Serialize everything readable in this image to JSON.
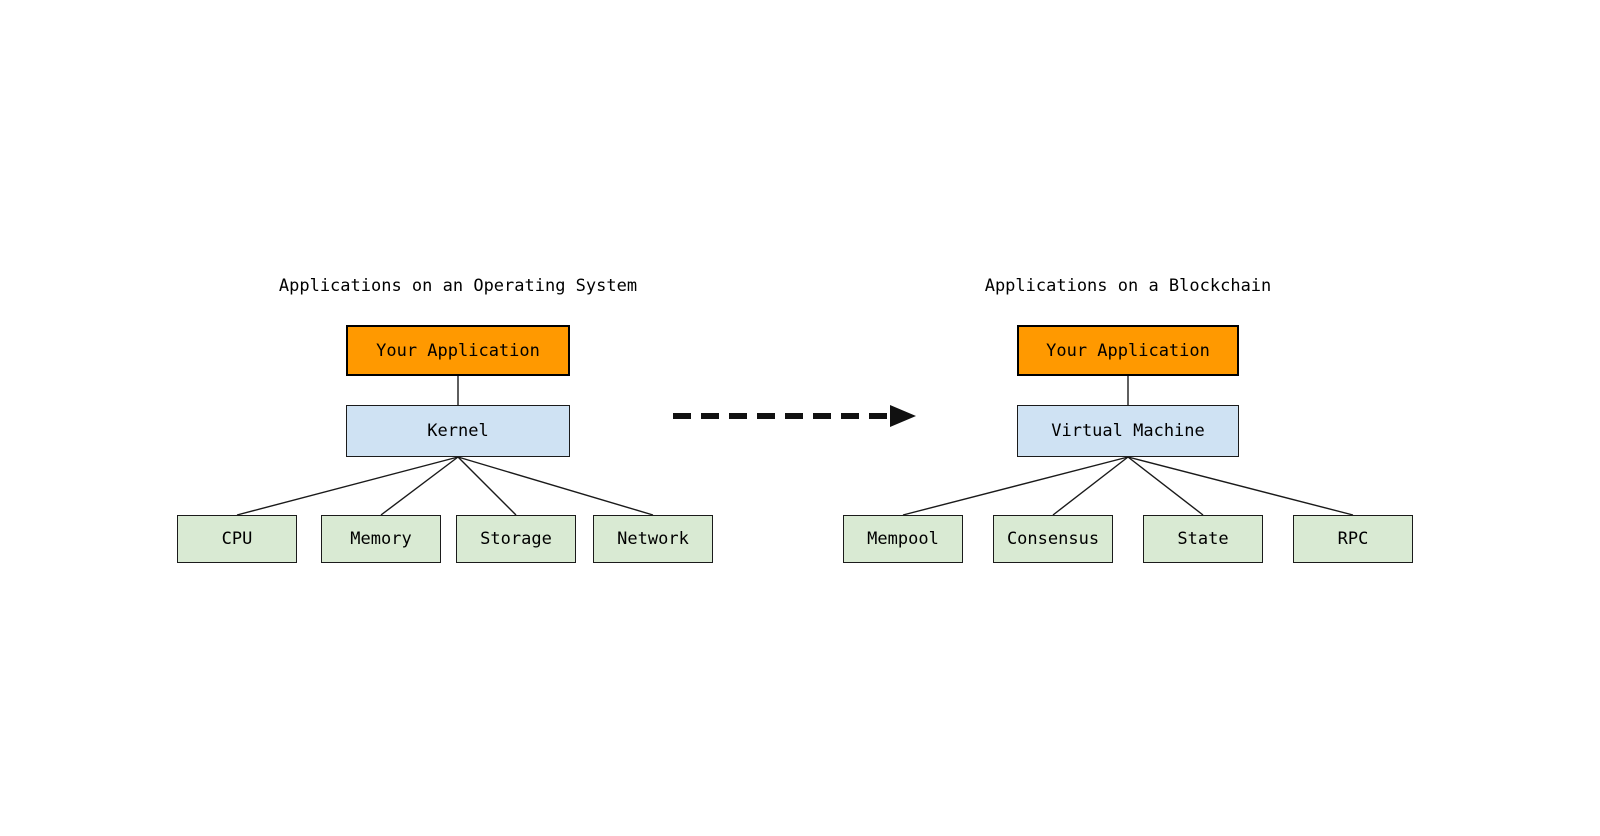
{
  "colors": {
    "app_box_fill": "#FF9900",
    "middle_box_fill": "#CFE2F3",
    "child_box_fill": "#D9EAD3",
    "connector_line": "#1a1a1a",
    "arrow": "#111111",
    "background": "#ffffff",
    "text": "#000000"
  },
  "left_diagram": {
    "title": "Applications on an Operating System",
    "app_box": "Your Application",
    "middle_box": "Kernel",
    "children": [
      "CPU",
      "Memory",
      "Storage",
      "Network"
    ]
  },
  "right_diagram": {
    "title": "Applications on a Blockchain",
    "app_box": "Your Application",
    "middle_box": "Virtual Machine",
    "children": [
      "Mempool",
      "Consensus",
      "State",
      "RPC"
    ]
  },
  "arrow": {
    "direction": "right",
    "style": "dashed"
  }
}
